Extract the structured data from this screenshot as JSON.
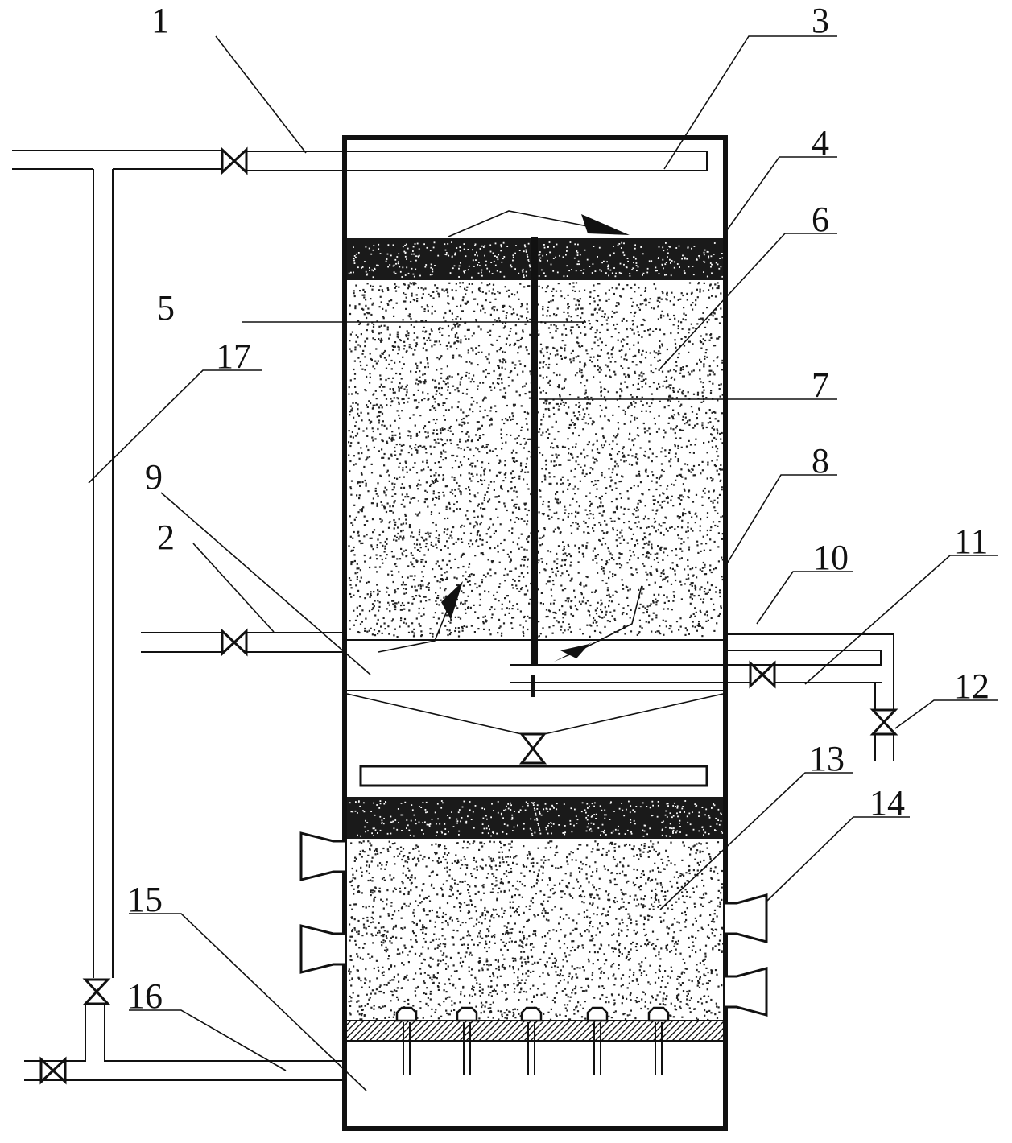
{
  "figure": {
    "labels": [
      {
        "id": "1",
        "text": "1"
      },
      {
        "id": "2",
        "text": "2"
      },
      {
        "id": "3",
        "text": "3"
      },
      {
        "id": "4",
        "text": "4"
      },
      {
        "id": "5",
        "text": "5"
      },
      {
        "id": "6",
        "text": "6"
      },
      {
        "id": "7",
        "text": "7"
      },
      {
        "id": "8",
        "text": "8"
      },
      {
        "id": "9",
        "text": "9"
      },
      {
        "id": "10",
        "text": "10"
      },
      {
        "id": "11",
        "text": "11"
      },
      {
        "id": "12",
        "text": "12"
      },
      {
        "id": "13",
        "text": "13"
      },
      {
        "id": "14",
        "text": "14"
      },
      {
        "id": "15",
        "text": "15"
      },
      {
        "id": "16",
        "text": "16"
      },
      {
        "id": "17",
        "text": "17"
      }
    ]
  },
  "colors": {
    "line": "#111111",
    "dark_layer": "#1a1a1a",
    "media_dot": "#222222",
    "background": "#ffffff"
  }
}
